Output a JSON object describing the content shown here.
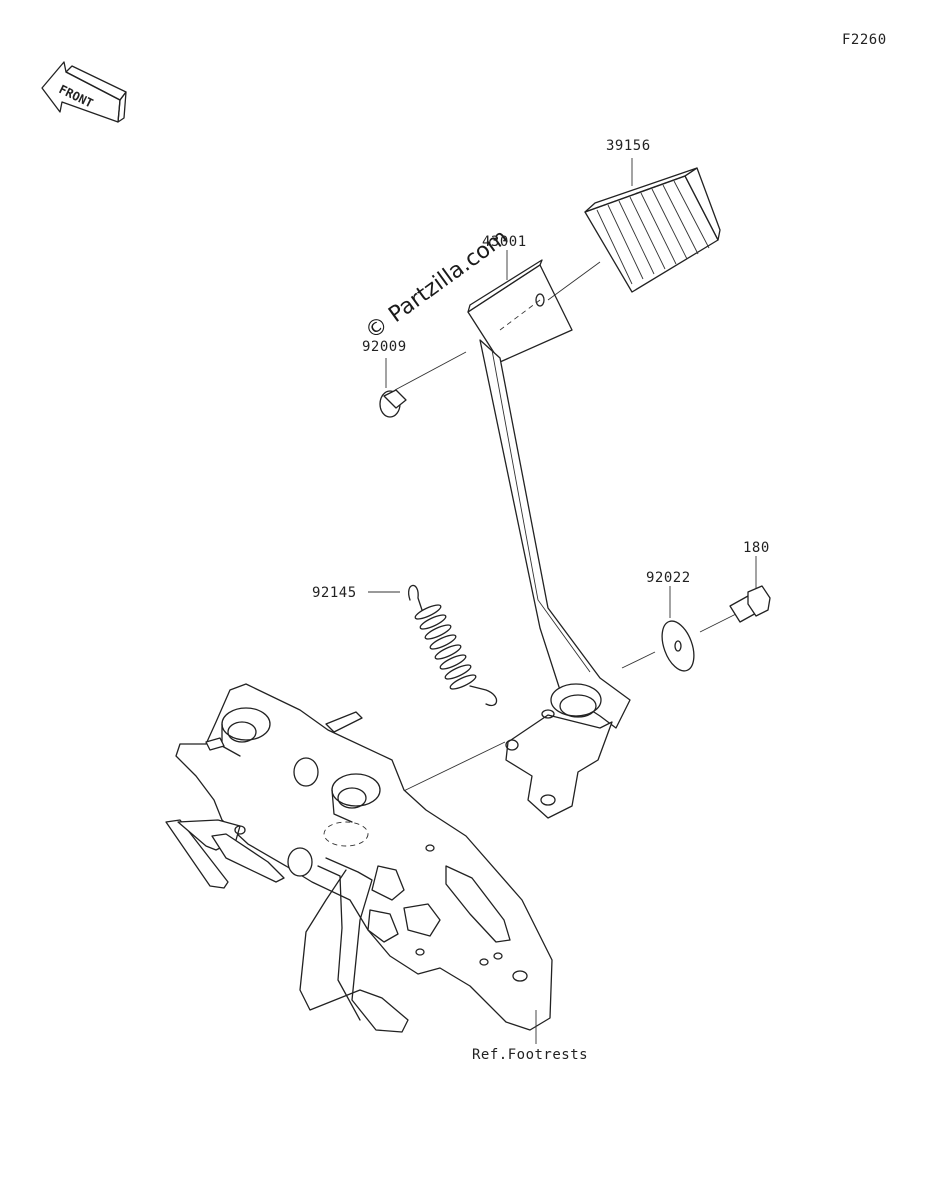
{
  "diagram_code": "F2260",
  "front_label": "FRONT",
  "watermark": "© Partzilla.com",
  "callouts": {
    "pedal_rubber": "39156",
    "pedal": "43001",
    "bolt_top": "92009",
    "bolt": "180",
    "washer": "92022",
    "spring": "92145",
    "reference": "Ref.Footrests"
  }
}
